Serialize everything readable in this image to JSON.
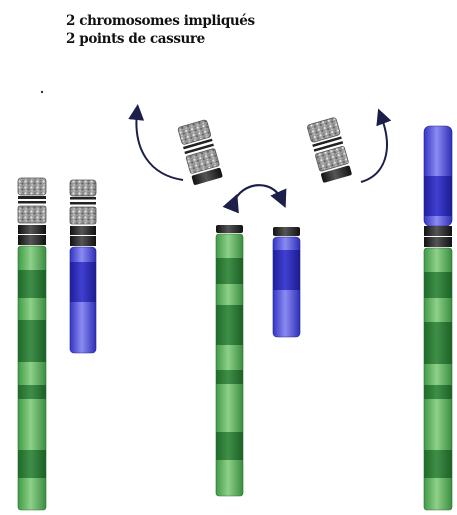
{
  "caption": {
    "line1": "2 chromosomes impliqués",
    "line2": "2 points de cassure"
  },
  "colors": {
    "green": "#4caf4c",
    "green_band": "#2f7a3a",
    "blue": "#3b3bd6",
    "blue_band": "#2323a8",
    "black_band": "#1a1a1a",
    "gray_band": "#8a8a8a",
    "arrow": "#1c1f4a"
  },
  "diagram": {
    "stages": [
      "before-break",
      "break-and-exchange",
      "after-exchange"
    ],
    "chromosomes": [
      {
        "name": "green-chromosome",
        "color": "green"
      },
      {
        "name": "blue-chromosome",
        "color": "blue"
      }
    ],
    "icons": [
      "curved-arrow-icon",
      "swap-arrow-icon"
    ]
  }
}
